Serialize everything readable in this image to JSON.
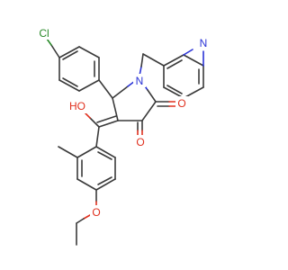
{
  "atoms": {
    "chlorine": "Cl",
    "ring_nitrogen": "N",
    "pyridine_nitrogen": "N",
    "hydroxyl": "HO",
    "carbonyl_oxygen_1": "O",
    "carbonyl_oxygen_2": "O",
    "ether_oxygen": "O"
  },
  "colors": {
    "bond": "#3a3a3a",
    "oxygen": "#e0301e",
    "nitrogen": "#2a33d6",
    "chlorine": "#2a8a2a",
    "background": "#ffffff"
  }
}
